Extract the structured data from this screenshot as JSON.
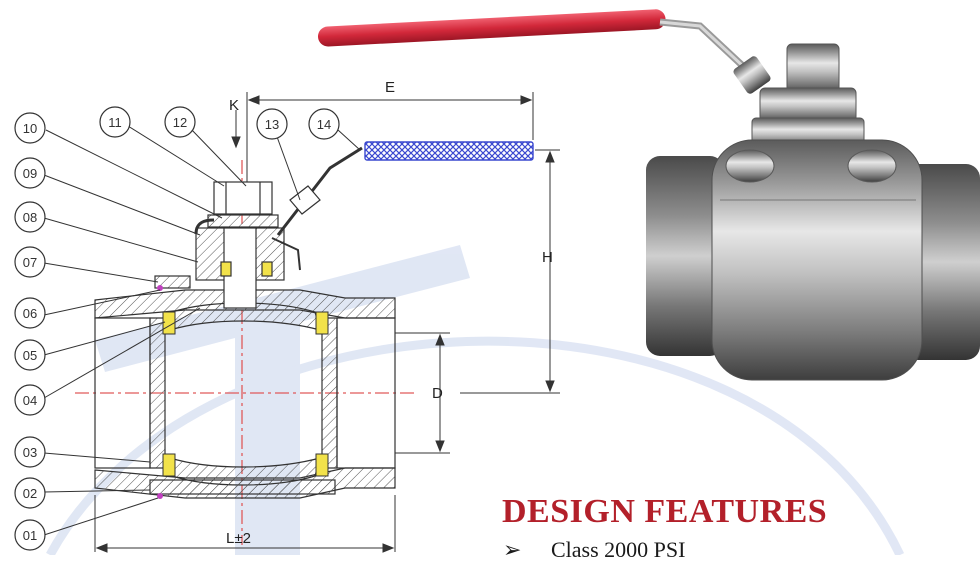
{
  "diagram": {
    "part_numbers": [
      "10",
      "11",
      "12",
      "13",
      "14",
      "09",
      "08",
      "07",
      "06",
      "05",
      "04",
      "03",
      "02",
      "01"
    ],
    "dimensions": {
      "top_marker": "K",
      "handle_length": "E",
      "height": "H",
      "bore": "D",
      "length": "L±2"
    },
    "colors": {
      "handle_grip": "#4a57d8",
      "seat": "#f2e24a",
      "seal_dot": "#c040c0",
      "centerline": "#e05a5a",
      "watermark": "#c8d4ec",
      "handle_red": "#d2283a"
    }
  },
  "features": {
    "title": "DESIGN FEATURES",
    "items": [
      {
        "bullet": "➢",
        "text": "Class 2000 PSI"
      }
    ]
  }
}
